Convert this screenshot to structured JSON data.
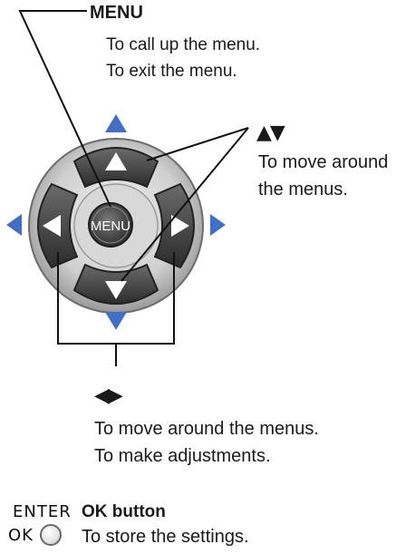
{
  "menu": {
    "title": "MENU",
    "line1": "To call up the menu.",
    "line2": "To exit the menu."
  },
  "updown": {
    "symbol": "▲▼",
    "line1": "To move around",
    "line2": "the menus."
  },
  "leftright": {
    "symbol": "◀▶",
    "line1": "To move around the menus.",
    "line2": "To make adjustments."
  },
  "remote": {
    "center_label": "MENU"
  },
  "ok": {
    "enter_label": "ENTER",
    "ok_label": "OK",
    "title": "OK button",
    "description": "To store the settings."
  },
  "colors": {
    "arrow_blue": "#3f6fc6",
    "ring_grey": "#bdbdbd",
    "button_dark": "#3a3a3a"
  }
}
